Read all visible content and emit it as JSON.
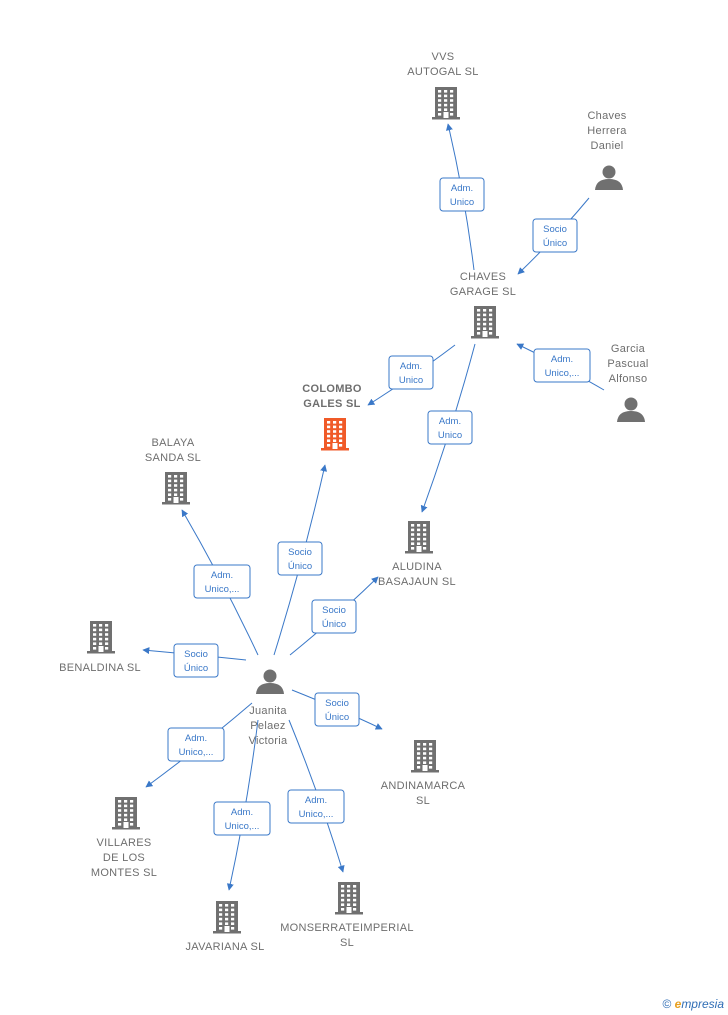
{
  "nodes": [
    {
      "id": "vvs",
      "type": "company",
      "lines": [
        "VVS",
        "AUTOGAL SL"
      ]
    },
    {
      "id": "chaves_daniel",
      "type": "person",
      "lines": [
        "Chaves",
        "Herrera",
        "Daniel"
      ]
    },
    {
      "id": "chaves_garage",
      "type": "company",
      "lines": [
        "CHAVES",
        "GARAGE SL"
      ]
    },
    {
      "id": "garcia",
      "type": "person",
      "lines": [
        "Garcia",
        "Pascual",
        "Alfonso"
      ]
    },
    {
      "id": "colombo",
      "type": "company-focus",
      "lines": [
        "COLOMBO",
        "GALES SL"
      ]
    },
    {
      "id": "balaya",
      "type": "company",
      "lines": [
        "BALAYA",
        "SANDA SL"
      ]
    },
    {
      "id": "aludina",
      "type": "company",
      "lines": [
        "ALUDINA",
        "BASAJAUN SL"
      ]
    },
    {
      "id": "benaldina",
      "type": "company",
      "lines": [
        "BENALDINA SL"
      ]
    },
    {
      "id": "juanita",
      "type": "person",
      "lines": [
        "Juanita",
        "Pelaez",
        "Victoria"
      ]
    },
    {
      "id": "andinamarca",
      "type": "company",
      "lines": [
        "ANDINAMARCA",
        "SL"
      ]
    },
    {
      "id": "villares",
      "type": "company",
      "lines": [
        "VILLARES",
        "DE LOS",
        "MONTES SL"
      ]
    },
    {
      "id": "javariana",
      "type": "company",
      "lines": [
        "JAVARIANA SL"
      ]
    },
    {
      "id": "monserrate",
      "type": "company",
      "lines": [
        "MONSERRATEIMPERIAL",
        "SL"
      ]
    }
  ],
  "edges": [
    {
      "from": "chaves_garage",
      "to": "vvs",
      "lines": [
        "Adm.",
        "Unico"
      ]
    },
    {
      "from": "chaves_daniel",
      "to": "chaves_garage",
      "lines": [
        "Socio",
        "Único"
      ]
    },
    {
      "from": "garcia",
      "to": "chaves_garage",
      "lines": [
        "Adm.",
        "Unico,..."
      ]
    },
    {
      "from": "chaves_garage",
      "to": "colombo",
      "lines": [
        "Adm.",
        "Unico"
      ]
    },
    {
      "from": "chaves_garage",
      "to": "aludina",
      "lines": [
        "Adm.",
        "Unico"
      ]
    },
    {
      "from": "juanita",
      "to": "colombo",
      "lines": [
        "Socio",
        "Único"
      ]
    },
    {
      "from": "juanita",
      "to": "balaya",
      "lines": [
        "Adm.",
        "Unico,..."
      ]
    },
    {
      "from": "juanita",
      "to": "aludina",
      "lines": [
        "Socio",
        "Único"
      ]
    },
    {
      "from": "juanita",
      "to": "benaldina",
      "lines": [
        "Socio",
        "Único"
      ]
    },
    {
      "from": "juanita",
      "to": "andinamarca",
      "lines": [
        "Socio",
        "Único"
      ]
    },
    {
      "from": "juanita",
      "to": "villares",
      "lines": [
        "Adm.",
        "Unico,..."
      ]
    },
    {
      "from": "juanita",
      "to": "javariana",
      "lines": [
        "Adm.",
        "Unico,..."
      ]
    },
    {
      "from": "juanita",
      "to": "monserrate",
      "lines": [
        "Adm.",
        "Unico,..."
      ]
    }
  ],
  "colors": {
    "edge": "#3a78c8",
    "icon": "#707070",
    "focus_icon": "#f05a28",
    "label": "#6e6e6e"
  },
  "footer": {
    "copyright": "©",
    "brand_initial": "e",
    "brand_rest": "mpresia"
  }
}
